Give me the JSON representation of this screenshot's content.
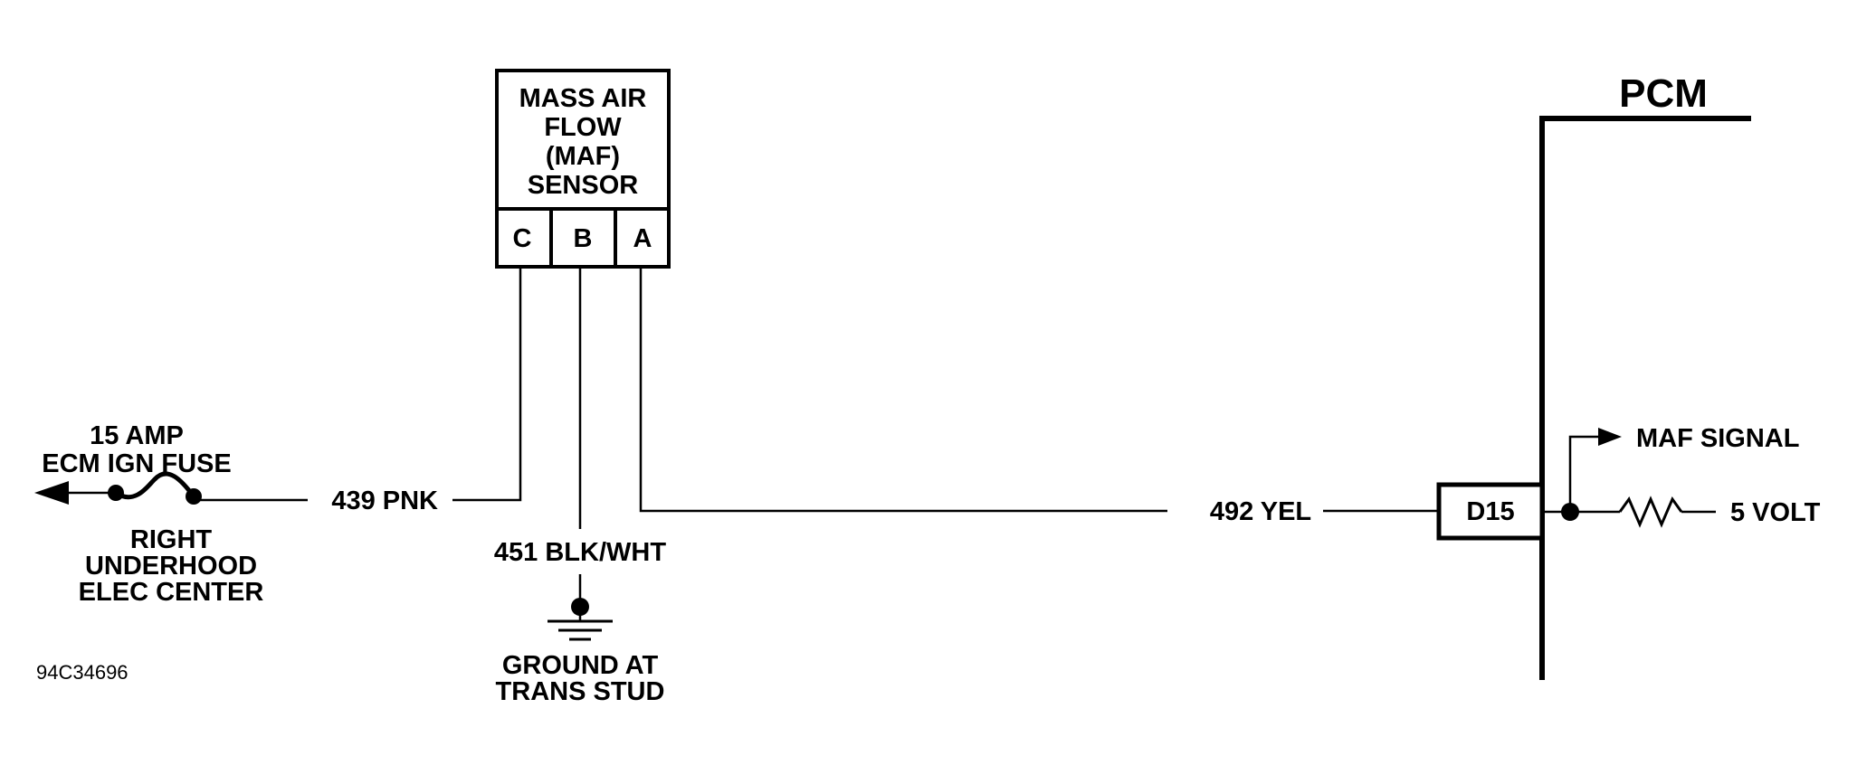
{
  "sensor": {
    "lines": [
      "MASS AIR",
      "FLOW",
      "(MAF)",
      "SENSOR"
    ],
    "pins": {
      "c": "C",
      "b": "B",
      "a": "A"
    }
  },
  "fuse": {
    "rating": "15 AMP",
    "name": "ECM IGN FUSE",
    "location_lines": [
      "RIGHT",
      "UNDERHOOD",
      "ELEC CENTER"
    ]
  },
  "wires": {
    "pink": "439 PNK",
    "ground": "451 BLK/WHT",
    "yellow": "492 YEL"
  },
  "ground": {
    "lines": [
      "GROUND AT",
      "TRANS STUD"
    ]
  },
  "pcm": {
    "title": "PCM",
    "terminal": "D15",
    "signal": "MAF SIGNAL",
    "reference": "5 VOLT"
  },
  "figure_id": "94C34696"
}
